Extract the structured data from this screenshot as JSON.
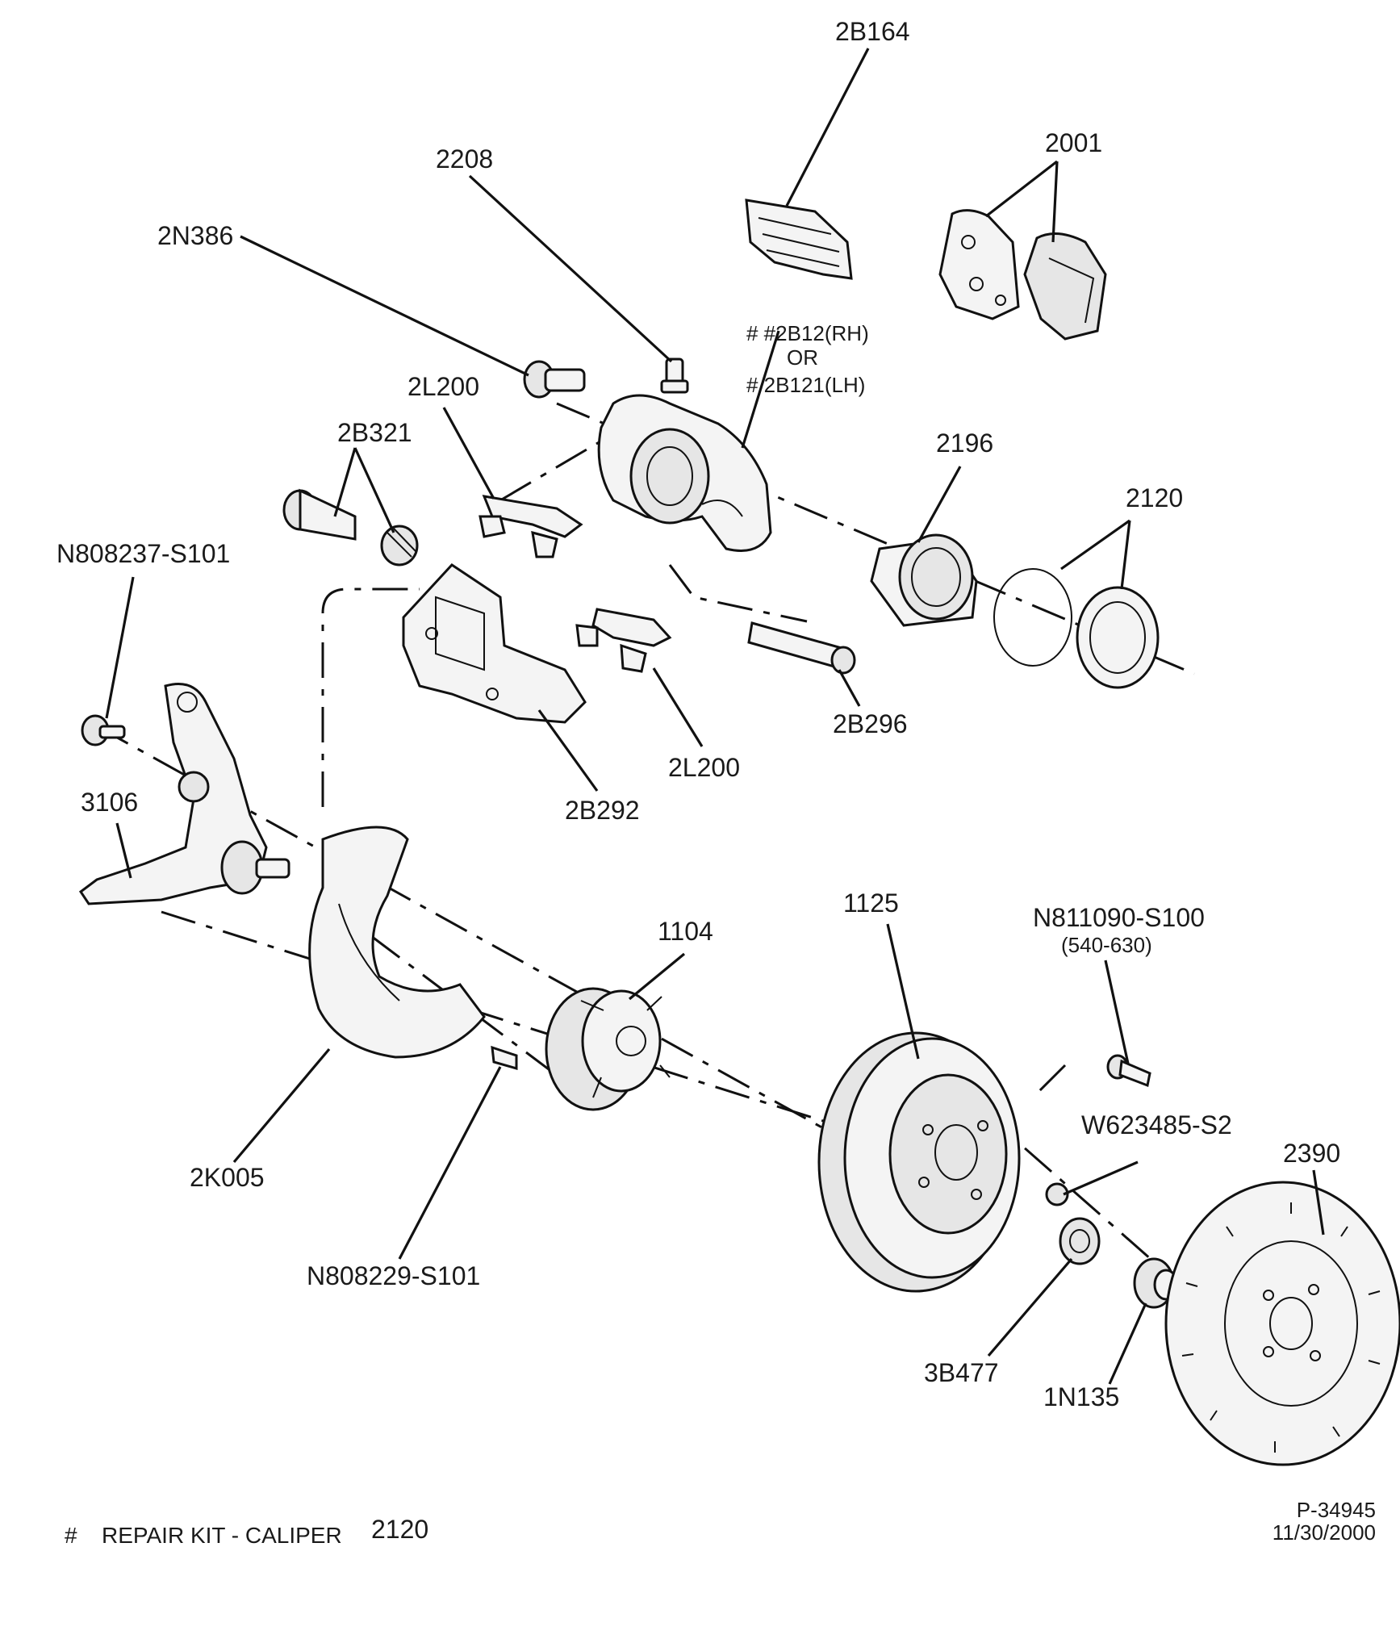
{
  "labels": {
    "p2B164": "2B164",
    "p2001": "2001",
    "p2208": "2208",
    "p2N386": "2N386",
    "caliper_rh": "# #2B12(RH)",
    "caliper_or": "OR",
    "caliper_lh": "# 2B121(LH)",
    "p2L200_top": "2L200",
    "p2B321": "2B321",
    "p2196": "2196",
    "p2120": "2120",
    "pN808237": "N808237-S101",
    "p2B296": "2B296",
    "p2L200_bottom": "2L200",
    "p2B292": "2B292",
    "p3106": "3106",
    "p1125": "1125",
    "p1104": "1104",
    "pN811090": "N811090-S100",
    "pN811090_range": "(540-630)",
    "pW623485": "W623485-S2",
    "p2390": "2390",
    "p2K005": "2K005",
    "pN808229": "N808229-S101",
    "p3B477": "3B477",
    "p1N135": "1N135"
  },
  "footnote": {
    "mark": "#",
    "text": "REPAIR KIT - CALIPER",
    "part": "2120"
  },
  "drawing": {
    "number": "P-34945",
    "date": "11/30/2000"
  }
}
